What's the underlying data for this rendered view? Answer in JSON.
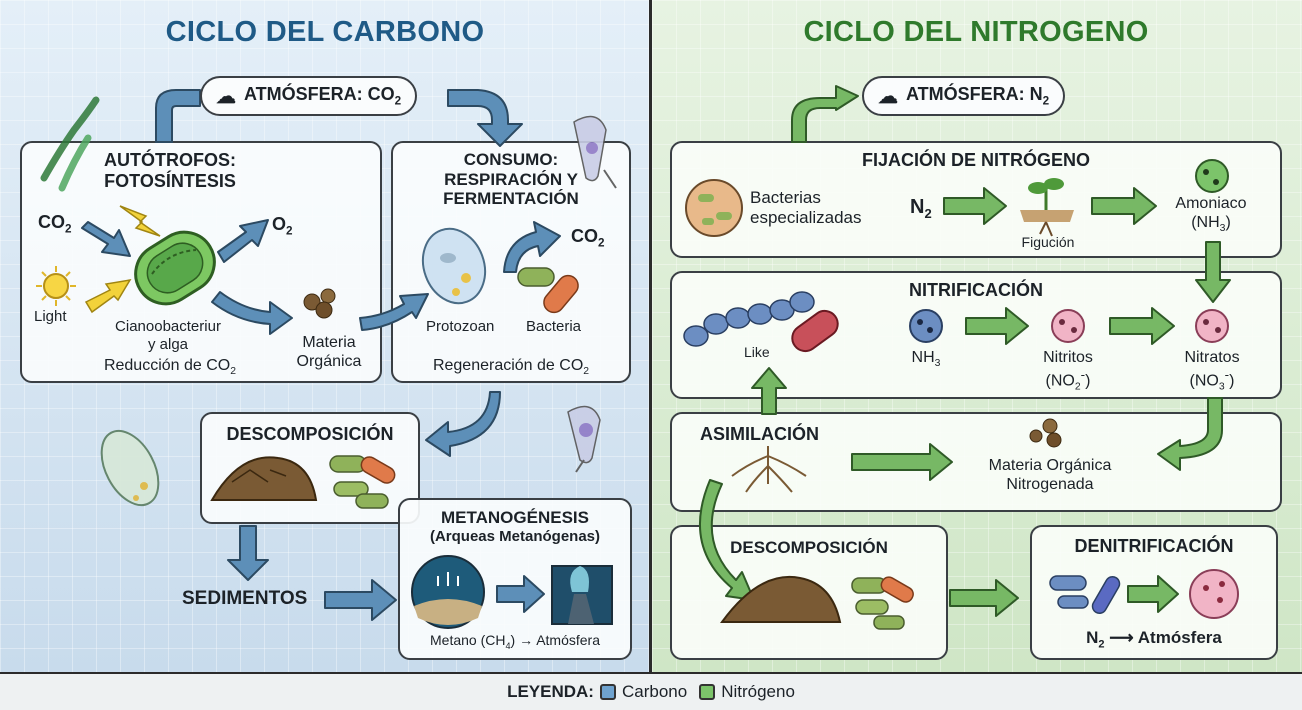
{
  "carbon": {
    "title": "CICLO DEL CARBONO",
    "atmosphere": "ATMÓSFERA: CO",
    "atmosphere_sub": "2",
    "autotrophs": {
      "title_1": "AUTÓTROFOS:",
      "title_2": "FOTOSÍNTESIS",
      "co2": "CO",
      "co2_sub": "2",
      "o2": "O",
      "o2_sub": "2",
      "light": "Light",
      "organism_1": "Cianoobacteriur",
      "organism_2": "y alga",
      "reduction": "Reducción de CO",
      "reduction_sub": "2",
      "organic_1": "Materia",
      "organic_2": "Orgánica"
    },
    "consumption": {
      "title_1": "CONSUMO:",
      "title_2": "RESPIRACIÓN Y",
      "title_3": "FERMENTACIÓN",
      "co2": "CO",
      "co2_sub": "2",
      "protozoan": "Protozoan",
      "bacteria": "Bacteria",
      "regeneration": "Regeneración de CO",
      "regeneration_sub": "2"
    },
    "decomposition": "DESCOMPOSICIÓN",
    "methanogenesis": {
      "title": "METANOGÉNESIS",
      "subtitle": "(Arqueas Metanógenas)",
      "methane": "Metano (CH",
      "methane_sub": "4",
      "methane_tail": ") → Atmósfera"
    },
    "sediments": "SEDIMENTOS"
  },
  "nitrogen": {
    "title": "CICLO DEL NITROGENO",
    "atmosphere": "ATMÓSFERA: N",
    "atmosphere_sub": "2",
    "fixation": {
      "title": "FIJACIÓN DE NITRÓGENO",
      "bacteria_1": "Bacterias",
      "bacteria_2": "especializadas",
      "n2": "N",
      "n2_sub": "2",
      "figucion": "Figución",
      "ammonia_1": "Amoniaco",
      "ammonia_2": "(NH",
      "ammonia_sub": "3",
      "ammonia_tail": ")"
    },
    "nitrification": {
      "title": "NITRIFICACIÓN",
      "like": "Like",
      "nh3": "NH",
      "nh3_sub": "3",
      "nitrites_1": "Nitritos",
      "nitrites_2": "(NO",
      "nitrites_sub": "2",
      "nitrites_sup": "-",
      "nitrites_tail": ")",
      "nitrates_1": "Nitratos",
      "nitrates_2": "(NO",
      "nitrates_sub": "3",
      "nitrates_sup": "-",
      "nitrates_tail": ")"
    },
    "assimilation": {
      "title": "ASIMILACIÓN",
      "organic_1": "Materia Orgánica",
      "organic_2": "Nitrogenada"
    },
    "decomposition": "DESCOMPOSICIÓN",
    "denitrification": {
      "title": "DENITRIFICACIÓN",
      "n2": "N",
      "n2_sub": "2",
      "n2_tail": " ⟶ Atmósfera"
    }
  },
  "legend": {
    "label": "LEYENDA:",
    "carbon": "Carbono",
    "nitrogen": "Nitrógeno"
  },
  "colors": {
    "carbon_title": "#1f5a86",
    "nitrogen_title": "#2f7a2c",
    "carbon_arrow": "#5d8fb8",
    "nitrogen_arrow": "#77b865",
    "carbon_swatch": "#6fa3cf",
    "nitrogen_swatch": "#7cc46a"
  }
}
